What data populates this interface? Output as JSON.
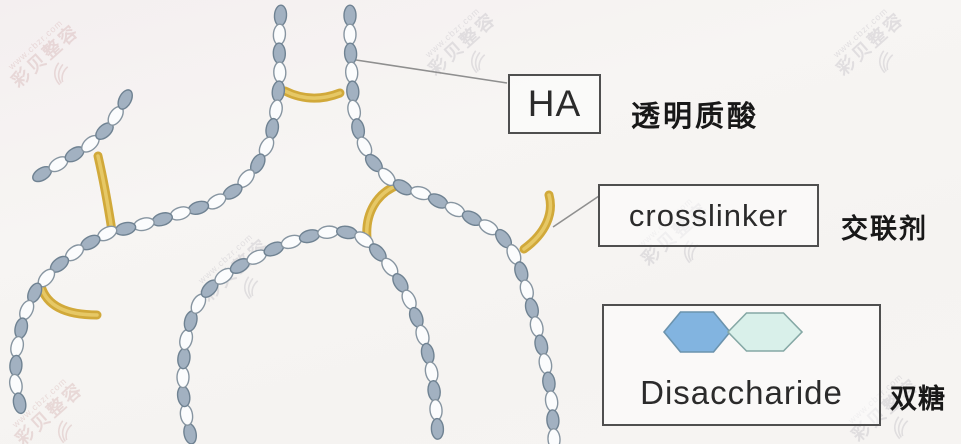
{
  "labels": {
    "ha": {
      "en": "HA",
      "zh": "透明质酸"
    },
    "crosslinker": {
      "en": "crosslinker",
      "zh": "交联剂"
    },
    "disaccharide": {
      "en": "Disaccharide",
      "zh": "双糖"
    }
  },
  "watermark": {
    "url": "www.cbzr.com",
    "brand": "彩贝整容"
  },
  "colors": {
    "bead_filled": "#a2b1c1",
    "bead_filled_stroke": "#6f8292",
    "bead_open": "#fbfcfd",
    "bead_open_stroke": "#8795a1",
    "crosslinker_core": "#d1a93a",
    "crosslinker_highlight": "#eace6e",
    "pointer_line": "#8f8f8f",
    "box_border": "#4f4f4f",
    "hex_blue_fill": "#82b4e0",
    "hex_blue_stroke": "#6b93ad",
    "hex_light_fill": "#d9f0ea",
    "hex_light_stroke": "#85a8a5",
    "text_dark": "#2b2b2b"
  }
}
